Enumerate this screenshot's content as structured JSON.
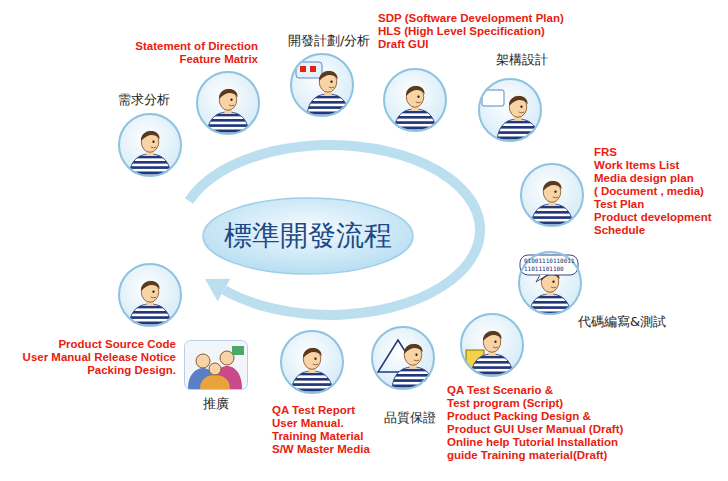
{
  "diagram": {
    "nodes": [
      {
        "text": [
          "標準開發流程"
        ]
      },
      {
        "text": [
          "需求分析"
        ]
      },
      {
        "text": [
          "Statement of Direction Feature Matrix"
        ]
      },
      {
        "text": [
          "開發計劃/分析"
        ]
      },
      {
        "text": [
          "SDP (Software Development Plan) HLS (High Level Specification) Draft GUI"
        ]
      },
      {
        "text": [
          "架構設計"
        ]
      },
      {
        "text": [
          "FRS Work Items List Media design plan ( Document , media) Test Plan Product development Schedule"
        ]
      },
      {
        "text": [
          "代碼編寫&測試"
        ]
      },
      {
        "text": [
          "QA Test Scenario & Test program (Script) Product Packing Design & Product GUI User Manual (Draft) Online help Tutorial Installation guide Training material(Draft)"
        ]
      },
      {
        "text": [
          "品質保證"
        ]
      },
      {
        "text": [
          "QA Test Report User Manual. Training Material S/W Master Media"
        ]
      },
      {
        "text": [
          "推廣"
        ]
      },
      {
        "text": [
          "Product Source Code User Manual Release Notice Packing Design."
        ]
      }
    ],
    "labels": [
      "01001110110011 11011101100"
    ]
  }
}
